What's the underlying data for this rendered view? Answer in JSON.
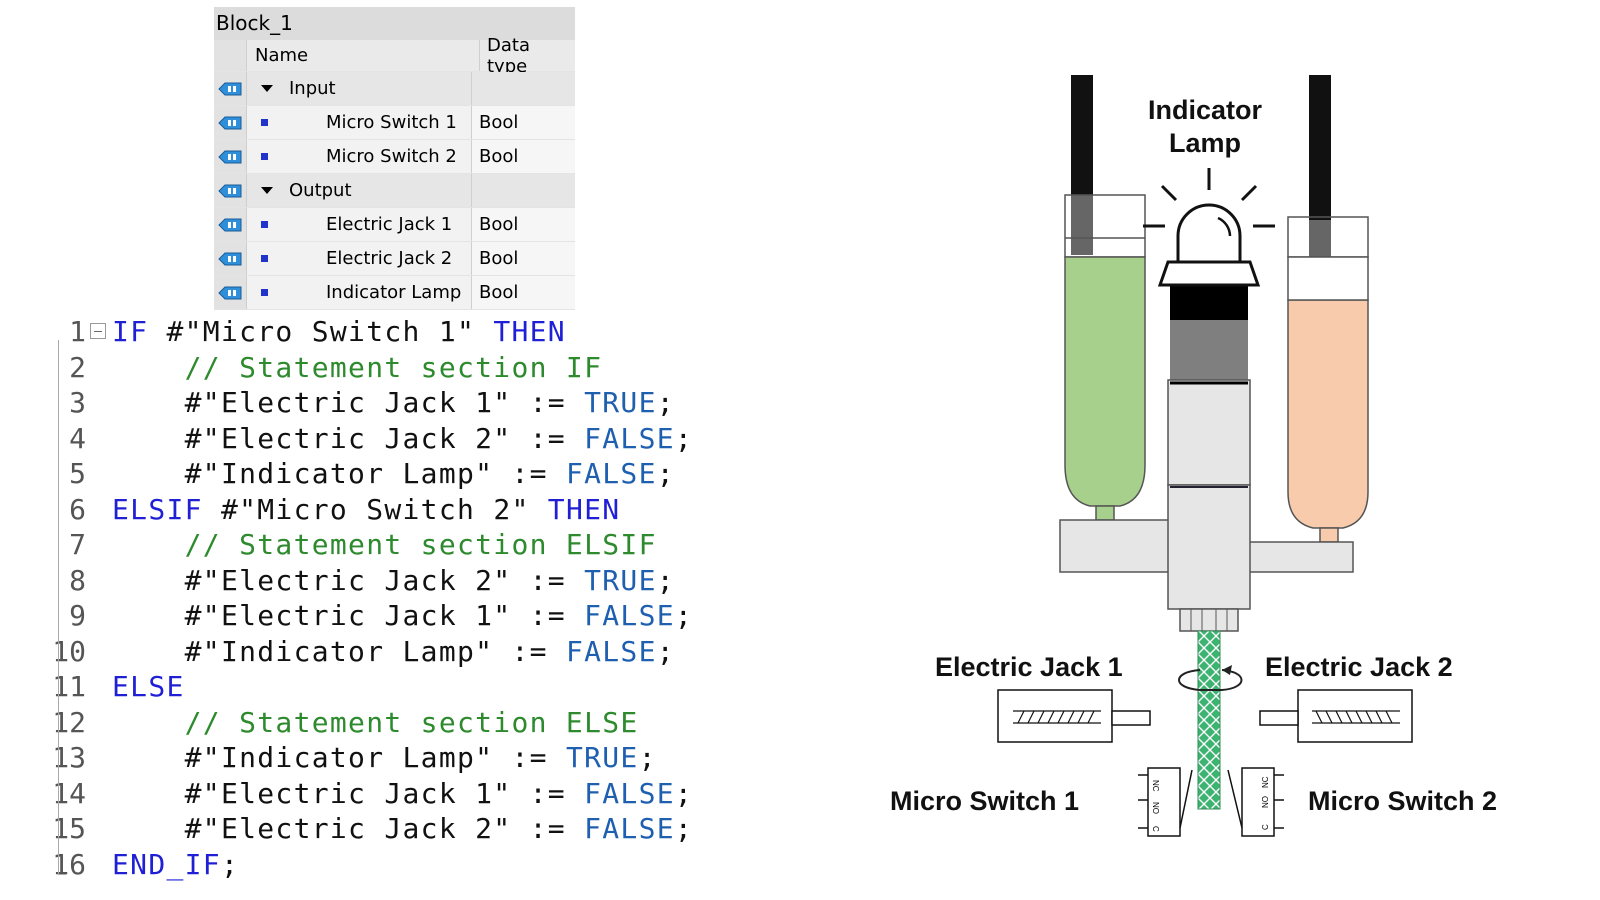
{
  "interface": {
    "title": "Block_1",
    "columns": {
      "name": "Name",
      "type": "Data type"
    },
    "rows": [
      {
        "kind": "group",
        "name": "Input",
        "type": ""
      },
      {
        "kind": "var",
        "name": "Micro Switch 1",
        "type": "Bool"
      },
      {
        "kind": "var",
        "name": "Micro Switch 2",
        "type": "Bool"
      },
      {
        "kind": "group",
        "name": "Output",
        "type": ""
      },
      {
        "kind": "var",
        "name": "Electric Jack 1",
        "type": "Bool"
      },
      {
        "kind": "var",
        "name": "Electric Jack 2",
        "type": "Bool"
      },
      {
        "kind": "var",
        "name": "Indicator Lamp",
        "type": "Bool"
      }
    ]
  },
  "code": {
    "lines": [
      {
        "n": "1",
        "parts": [
          [
            "kw",
            "IF"
          ],
          [
            "vr",
            " #\"Micro Switch 1\" "
          ],
          [
            "kw",
            "THEN"
          ]
        ]
      },
      {
        "n": "2",
        "parts": [
          [
            "cm",
            "    // Statement section IF"
          ]
        ]
      },
      {
        "n": "3",
        "parts": [
          [
            "vr",
            "    #\"Electric Jack 1\" := "
          ],
          [
            "lit",
            "TRUE"
          ],
          [
            "vr",
            ";"
          ]
        ]
      },
      {
        "n": "4",
        "parts": [
          [
            "vr",
            "    #\"Electric Jack 2\" := "
          ],
          [
            "lit",
            "FALSE"
          ],
          [
            "vr",
            ";"
          ]
        ]
      },
      {
        "n": "5",
        "parts": [
          [
            "vr",
            "    #\"Indicator Lamp\" := "
          ],
          [
            "lit",
            "FALSE"
          ],
          [
            "vr",
            ";"
          ]
        ]
      },
      {
        "n": "6",
        "parts": [
          [
            "kw",
            "ELSIF"
          ],
          [
            "vr",
            " #\"Micro Switch 2\" "
          ],
          [
            "kw",
            "THEN"
          ]
        ]
      },
      {
        "n": "7",
        "parts": [
          [
            "cm",
            "    // Statement section ELSIF"
          ]
        ]
      },
      {
        "n": "8",
        "parts": [
          [
            "vr",
            "    #\"Electric Jack 2\" := "
          ],
          [
            "lit",
            "TRUE"
          ],
          [
            "vr",
            ";"
          ]
        ]
      },
      {
        "n": "9",
        "parts": [
          [
            "vr",
            "    #\"Electric Jack 1\" := "
          ],
          [
            "lit",
            "FALSE"
          ],
          [
            "vr",
            ";"
          ]
        ]
      },
      {
        "n": "10",
        "parts": [
          [
            "vr",
            "    #\"Indicator Lamp\" := "
          ],
          [
            "lit",
            "FALSE"
          ],
          [
            "vr",
            ";"
          ]
        ]
      },
      {
        "n": "11",
        "parts": [
          [
            "kw",
            "ELSE"
          ]
        ]
      },
      {
        "n": "12",
        "parts": [
          [
            "cm",
            "    // Statement section ELSE"
          ]
        ]
      },
      {
        "n": "13",
        "parts": [
          [
            "vr",
            "    #\"Indicator Lamp\" := "
          ],
          [
            "lit",
            "TRUE"
          ],
          [
            "vr",
            ";"
          ]
        ]
      },
      {
        "n": "14",
        "parts": [
          [
            "vr",
            "    #\"Electric Jack 1\" := "
          ],
          [
            "lit",
            "FALSE"
          ],
          [
            "vr",
            ";"
          ]
        ]
      },
      {
        "n": "15",
        "parts": [
          [
            "vr",
            "    #\"Electric Jack 2\" := "
          ],
          [
            "lit",
            "FALSE"
          ],
          [
            "vr",
            ";"
          ]
        ]
      },
      {
        "n": "16",
        "parts": [
          [
            "kw",
            "END_IF"
          ],
          [
            "vr",
            ";"
          ]
        ]
      }
    ]
  },
  "diagram": {
    "labels": {
      "lamp_line1": "Indicator",
      "lamp_line2": "Lamp",
      "jack1": "Electric Jack 1",
      "jack2": "Electric Jack 2",
      "switch1": "Micro Switch 1",
      "switch2": "Micro Switch 2"
    },
    "switch_contacts": {
      "nc": "NC",
      "no": "NO",
      "c": "C"
    },
    "colors": {
      "left_fluid": "#a8d08d",
      "right_fluid": "#f8cbad",
      "screw": "#3cb371",
      "housing": "#e7e6e6",
      "dark_band": "#7f7f7f"
    }
  }
}
